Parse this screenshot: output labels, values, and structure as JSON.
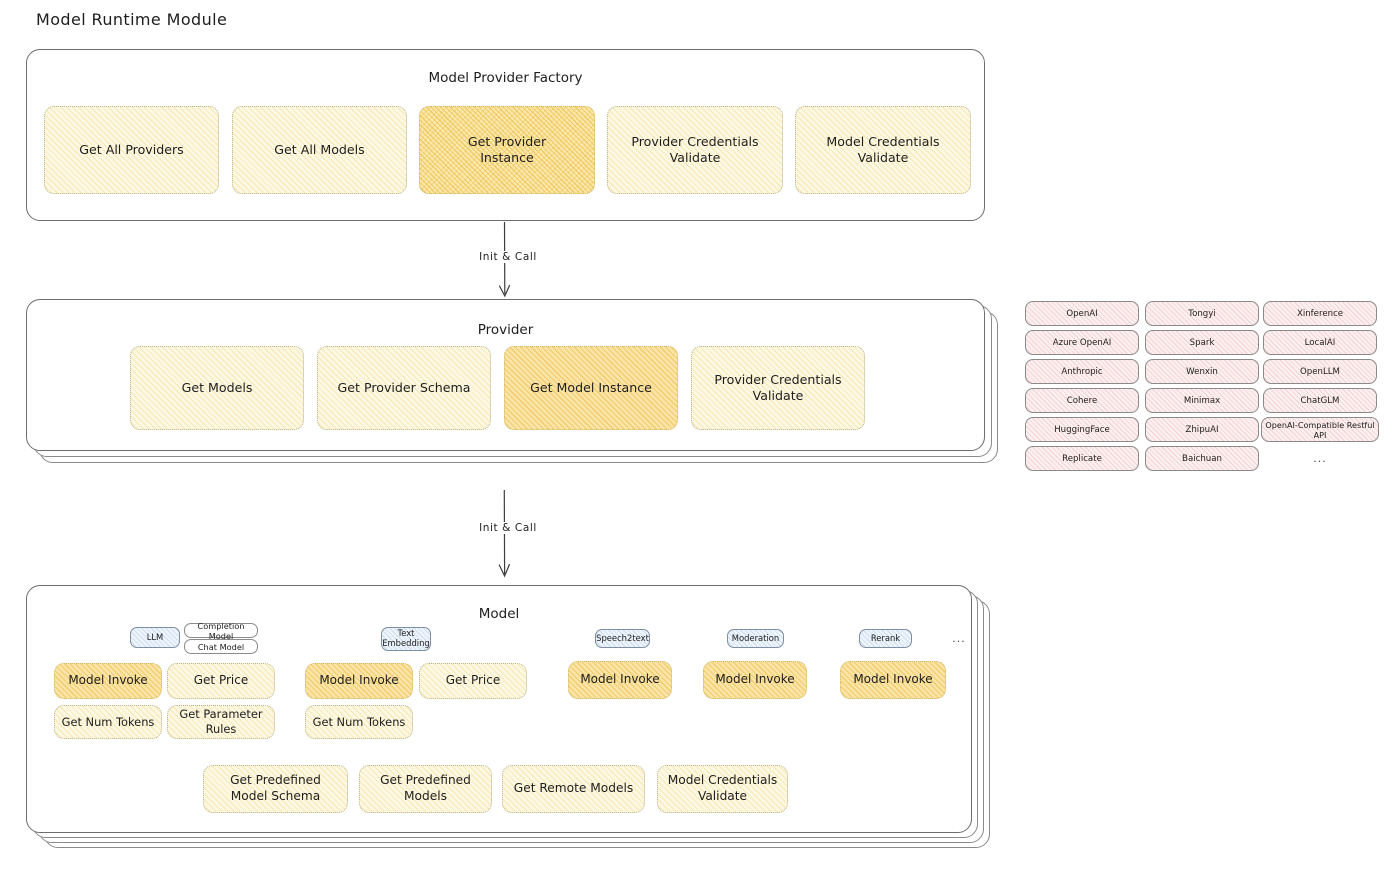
{
  "page": {
    "title": "Model Runtime Module"
  },
  "factory": {
    "title": "Model Provider Factory",
    "boxes": [
      {
        "label": "Get All Providers",
        "highlight": "none"
      },
      {
        "label": "Get All Models",
        "highlight": "none"
      },
      {
        "label": "Get Provider\nInstance",
        "highlight": "strong"
      },
      {
        "label": "Provider Credentials\nValidate",
        "highlight": "none"
      },
      {
        "label": "Model Credentials\nValidate",
        "highlight": "none"
      }
    ]
  },
  "arrow1": {
    "label": "Init & Call"
  },
  "provider": {
    "title": "Provider",
    "boxes": [
      {
        "label": "Get Models",
        "highlight": "none"
      },
      {
        "label": "Get Provider Schema",
        "highlight": "none"
      },
      {
        "label": "Get Model Instance",
        "highlight": "mid"
      },
      {
        "label": "Provider Credentials\nValidate",
        "highlight": "none"
      }
    ],
    "stack_layers": 2
  },
  "arrow2": {
    "label": "Init & Call"
  },
  "provider_list": {
    "columns": [
      {
        "items": [
          "OpenAI",
          "Azure OpenAI",
          "Anthropic",
          "Cohere",
          "HuggingFace",
          "Replicate"
        ]
      },
      {
        "items": [
          "Tongyi",
          "Spark",
          "Wenxin",
          "Minimax",
          "ZhipuAI",
          "Baichuan"
        ]
      },
      {
        "items": [
          "Xinference",
          "LocalAI",
          "OpenLLM",
          "ChatGLM",
          "OpenAI-Compatible Restful API"
        ]
      }
    ],
    "more": "..."
  },
  "model": {
    "title": "Model",
    "stack_layers": 3,
    "more": "...",
    "types": [
      {
        "name": "LLM",
        "subtypes": [
          "Completion Model",
          "Chat Model"
        ],
        "ops": [
          "Model Invoke",
          "Get Price",
          "Get Num Tokens",
          "Get Parameter Rules"
        ]
      },
      {
        "name": "Text\nEmbedding",
        "subtypes": [],
        "ops": [
          "Model Invoke",
          "Get Price",
          "Get Num Tokens"
        ]
      },
      {
        "name": "Speech2text",
        "subtypes": [],
        "ops": [
          "Model Invoke"
        ]
      },
      {
        "name": "Moderation",
        "subtypes": [],
        "ops": [
          "Model Invoke"
        ]
      },
      {
        "name": "Rerank",
        "subtypes": [],
        "ops": [
          "Model Invoke"
        ]
      }
    ],
    "common_ops": [
      "Get Predefined Model Schema",
      "Get Predefined Models",
      "Get Remote Models",
      "Model Credentials Validate"
    ]
  },
  "colors": {
    "box_fill": "#fdf8e3",
    "box_highlight": "#fbe9b0",
    "provider_pill": "#fdf0f0",
    "type_badge": "#eef4fb",
    "stroke": "#6d6d6d"
  }
}
